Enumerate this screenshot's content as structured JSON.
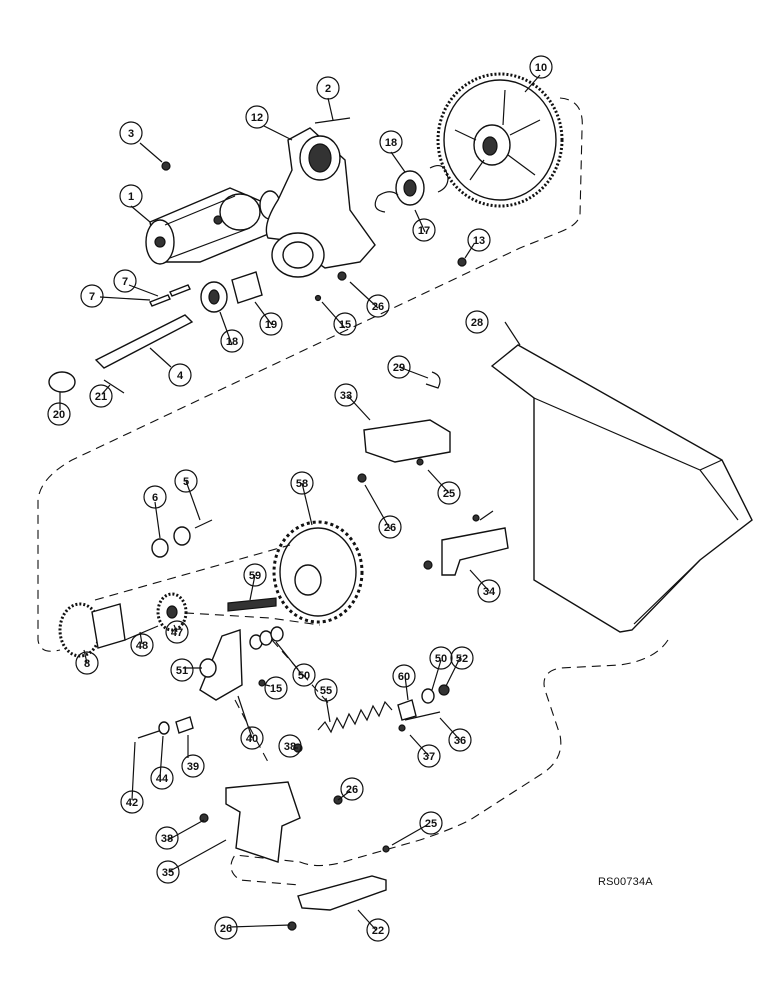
{
  "diagram": {
    "reference_code": "RS00734A",
    "callouts": [
      "1",
      "2",
      "3",
      "4",
      "5",
      "6",
      "7",
      "7",
      "8",
      "10",
      "12",
      "13",
      "15",
      "15",
      "17",
      "18",
      "18",
      "19",
      "20",
      "21",
      "22",
      "25",
      "25",
      "26",
      "26",
      "26",
      "26",
      "28",
      "29",
      "33",
      "34",
      "35",
      "36",
      "37",
      "38",
      "38",
      "39",
      "40",
      "42",
      "44",
      "47",
      "48",
      "50",
      "50",
      "51",
      "52",
      "55",
      "58",
      "59",
      "60"
    ]
  }
}
